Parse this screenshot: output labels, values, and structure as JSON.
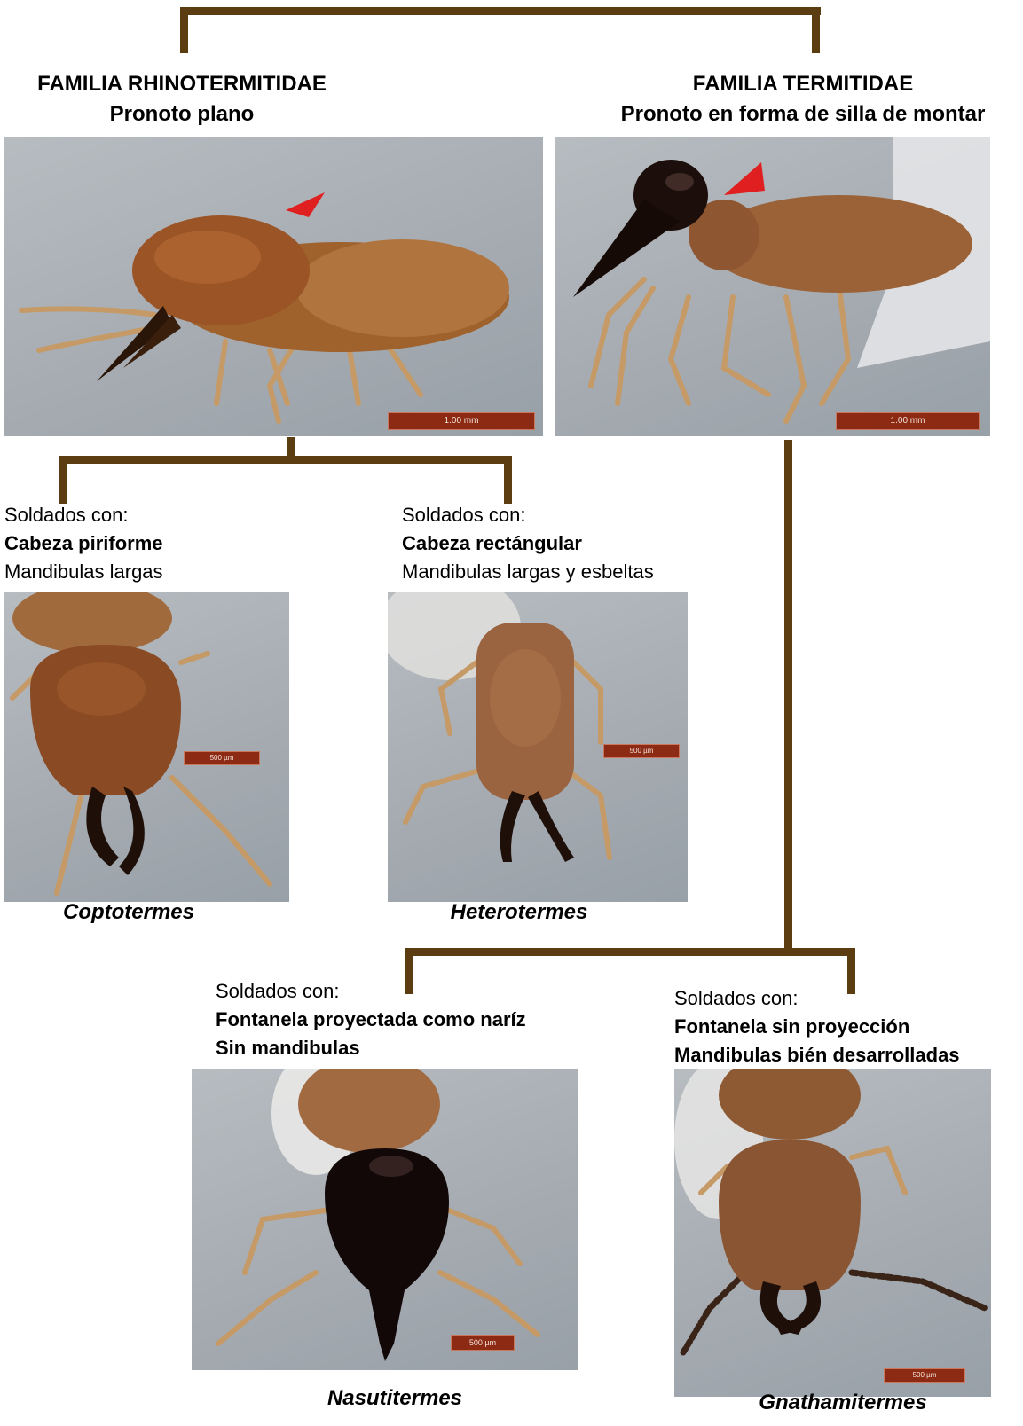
{
  "families": [
    {
      "name": "FAMILIA RHINOTERMITIDAE",
      "trait": "Pronoto plano",
      "scale": "1.00 mm"
    },
    {
      "name": "FAMILIA TERMITIDAE",
      "trait": "Pronoto en forma de silla de montar",
      "scale": "1.00 mm"
    }
  ],
  "genera": [
    {
      "intro": "Soldados con:",
      "bold1": "Cabeza piriforme",
      "line2": "Mandibulas largas",
      "name": "Coptotermes",
      "scale": "500 µm"
    },
    {
      "intro": "Soldados con:",
      "bold1": "Cabeza rectángular",
      "line2": "Mandibulas largas y esbeltas",
      "name": "Heterotermes",
      "scale": "500 µm"
    },
    {
      "intro": "Soldados con:",
      "bold1": "Fontanela proyectada como naríz",
      "bold2": "Sin mandibulas",
      "name": "Nasutitermes",
      "scale": "500 µm"
    },
    {
      "intro": "Soldados con:",
      "bold1": "Fontanela sin proyección",
      "bold2": "Mandibulas bién desarrolladas",
      "name": "Gnathamitermes",
      "scale": "500 µm"
    }
  ],
  "colors": {
    "tree_line": "#5c3d12",
    "marker": "#e02020",
    "scale_bar": "#8c2a14"
  },
  "icons": [
    "termite-photo",
    "red-arrow-marker"
  ]
}
